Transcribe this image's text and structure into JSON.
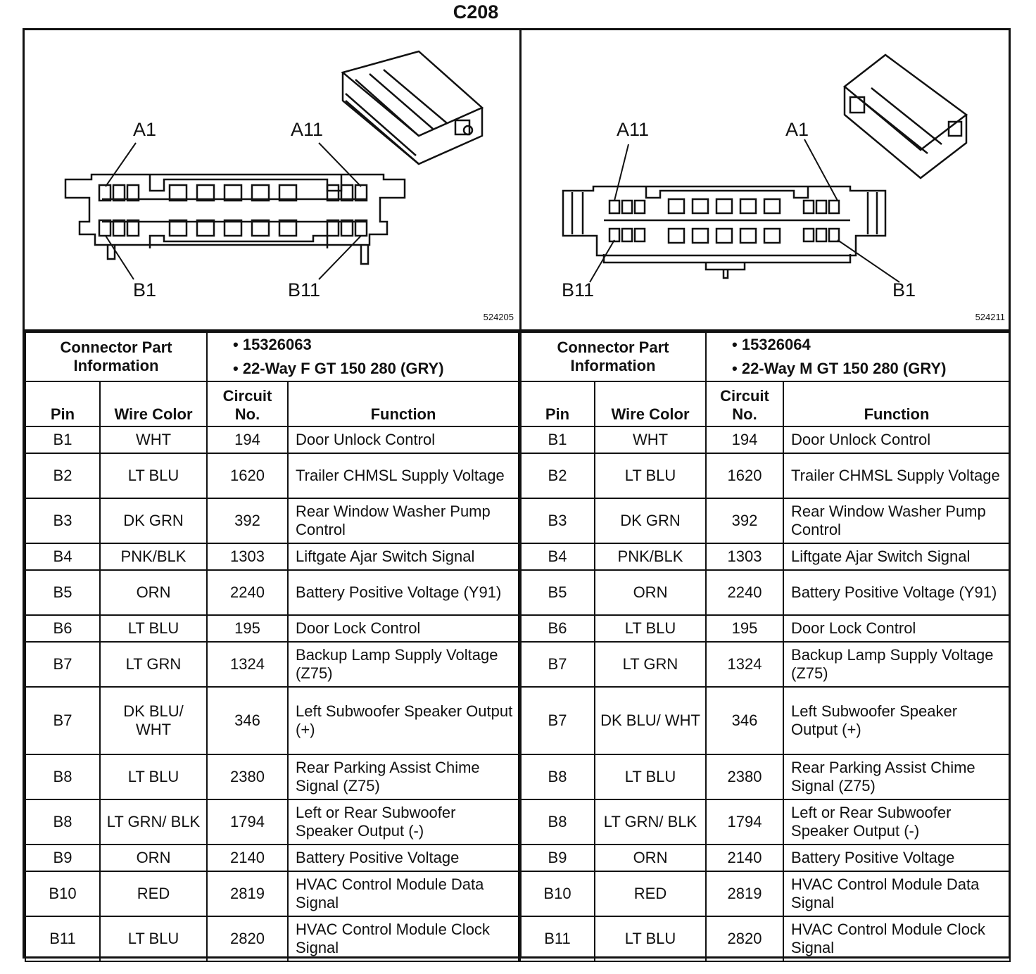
{
  "title": "C208",
  "connectors": [
    {
      "figure_number": "524205",
      "pin_labels": {
        "top_left": "A1",
        "top_right": "A11",
        "bottom_left": "B1",
        "bottom_right": "B11"
      },
      "info_label": "Connector Part Information",
      "info_lines": [
        "• 15326063",
        "• 22-Way F GT 150 280 (GRY)"
      ],
      "headers": {
        "pin": "Pin",
        "wire": "Wire Color",
        "circuit": "Circuit No.",
        "function": "Function"
      },
      "rows": [
        {
          "pin": "B1",
          "wire": "WHT",
          "circuit": "194",
          "function": "Door Unlock Control"
        },
        {
          "pin": "B2",
          "wire": "LT BLU",
          "circuit": "1620",
          "function": "Trailer CHMSL Supply Voltage"
        },
        {
          "pin": "B3",
          "wire": "DK GRN",
          "circuit": "392",
          "function": "Rear Window Washer Pump Control"
        },
        {
          "pin": "B4",
          "wire": "PNK/BLK",
          "circuit": "1303",
          "function": "Liftgate Ajar Switch Signal"
        },
        {
          "pin": "B5",
          "wire": "ORN",
          "circuit": "2240",
          "function": "Battery Positive Voltage (Y91)"
        },
        {
          "pin": "B6",
          "wire": "LT BLU",
          "circuit": "195",
          "function": "Door Lock Control"
        },
        {
          "pin": "B7",
          "wire": "LT GRN",
          "circuit": "1324",
          "function": "Backup Lamp Supply Voltage (Z75)"
        },
        {
          "pin": "B7",
          "wire": "DK BLU/ WHT",
          "circuit": "346",
          "function": "Left Subwoofer Speaker Output (+)"
        },
        {
          "pin": "B8",
          "wire": "LT BLU",
          "circuit": "2380",
          "function": "Rear Parking Assist Chime Signal (Z75)"
        },
        {
          "pin": "B8",
          "wire": "LT GRN/ BLK",
          "circuit": "1794",
          "function": "Left or Rear Subwoofer Speaker Output (-)"
        },
        {
          "pin": "B9",
          "wire": "ORN",
          "circuit": "2140",
          "function": "Battery Positive Voltage"
        },
        {
          "pin": "B10",
          "wire": "RED",
          "circuit": "2819",
          "function": "HVAC Control Module Data Signal"
        },
        {
          "pin": "B11",
          "wire": "LT BLU",
          "circuit": "2820",
          "function": "HVAC Control Module Clock Signal"
        }
      ]
    },
    {
      "figure_number": "524211",
      "pin_labels": {
        "top_left": "A11",
        "top_right": "A1",
        "bottom_left": "B11",
        "bottom_right": "B1"
      },
      "info_label": "Connector Part Information",
      "info_lines": [
        "• 15326064",
        "• 22-Way M GT 150 280 (GRY)"
      ],
      "headers": {
        "pin": "Pin",
        "wire": "Wire Color",
        "circuit": "Circuit No.",
        "function": "Function"
      },
      "rows": [
        {
          "pin": "B1",
          "wire": "WHT",
          "circuit": "194",
          "function": "Door Unlock Control"
        },
        {
          "pin": "B2",
          "wire": "LT BLU",
          "circuit": "1620",
          "function": "Trailer CHMSL Supply Voltage"
        },
        {
          "pin": "B3",
          "wire": "DK GRN",
          "circuit": "392",
          "function": "Rear Window Washer Pump Control"
        },
        {
          "pin": "B4",
          "wire": "PNK/BLK",
          "circuit": "1303",
          "function": "Liftgate Ajar Switch Signal"
        },
        {
          "pin": "B5",
          "wire": "ORN",
          "circuit": "2240",
          "function": "Battery Positive Voltage (Y91)"
        },
        {
          "pin": "B6",
          "wire": "LT BLU",
          "circuit": "195",
          "function": "Door Lock Control"
        },
        {
          "pin": "B7",
          "wire": "LT GRN",
          "circuit": "1324",
          "function": "Backup Lamp Supply Voltage (Z75)"
        },
        {
          "pin": "B7",
          "wire": "DK BLU/ WHT",
          "circuit": "346",
          "function": "Left Subwoofer Speaker Output (+)"
        },
        {
          "pin": "B8",
          "wire": "LT BLU",
          "circuit": "2380",
          "function": "Rear Parking Assist Chime Signal (Z75)"
        },
        {
          "pin": "B8",
          "wire": "LT GRN/ BLK",
          "circuit": "1794",
          "function": "Left or Rear Subwoofer Speaker Output (-)"
        },
        {
          "pin": "B9",
          "wire": "ORN",
          "circuit": "2140",
          "function": "Battery Positive Voltage"
        },
        {
          "pin": "B10",
          "wire": "RED",
          "circuit": "2819",
          "function": "HVAC Control Module Data Signal"
        },
        {
          "pin": "B11",
          "wire": "LT BLU",
          "circuit": "2820",
          "function": "HVAC Control Module Clock Signal"
        }
      ]
    }
  ]
}
